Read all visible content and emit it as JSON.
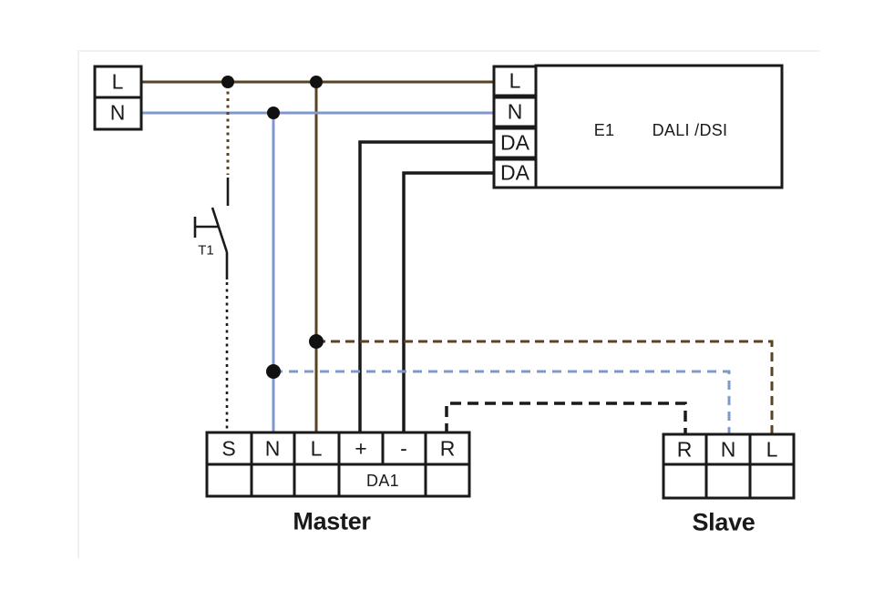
{
  "colors": {
    "brown": "#5a4222",
    "blue": "#8099cb",
    "black": "#1a1a1a"
  },
  "supply": {
    "terminals": [
      "L",
      "N"
    ]
  },
  "ballast": {
    "device_label": "E1",
    "bus_label": "DALI /DSI",
    "terminals": [
      "L",
      "N",
      "DA",
      "DA"
    ]
  },
  "switch": {
    "label": "T1"
  },
  "master": {
    "title": "Master",
    "terminals": [
      "S",
      "N",
      "L",
      "+",
      "-",
      "R"
    ],
    "da_label": "DA1"
  },
  "slave": {
    "title": "Slave",
    "terminals": [
      "R",
      "N",
      "L"
    ]
  }
}
